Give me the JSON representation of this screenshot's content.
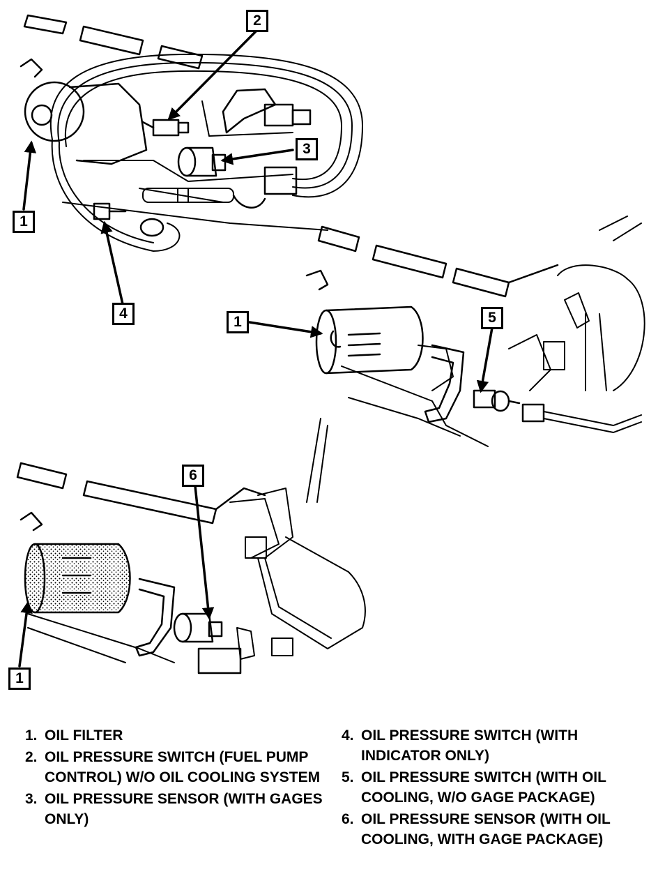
{
  "callouts": [
    {
      "id": "c2",
      "label": "2"
    },
    {
      "id": "c3",
      "label": "3"
    },
    {
      "id": "c1a",
      "label": "1"
    },
    {
      "id": "c4",
      "label": "4"
    },
    {
      "id": "c1b",
      "label": "1"
    },
    {
      "id": "c5",
      "label": "5"
    },
    {
      "id": "c6",
      "label": "6"
    },
    {
      "id": "c1c",
      "label": "1"
    }
  ],
  "legend_left": [
    {
      "num": "1.",
      "text": "OIL FILTER"
    },
    {
      "num": "2.",
      "text": "OIL PRESSURE SWITCH (FUEL PUMP CONTROL) W/O OIL COOLING SYSTEM"
    },
    {
      "num": "3.",
      "text": "OIL PRESSURE SENSOR (WITH GAGES ONLY)"
    }
  ],
  "legend_right": [
    {
      "num": "4.",
      "text": "OIL PRESSURE SWITCH (WITH INDICATOR ONLY)"
    },
    {
      "num": "5.",
      "text": "OIL PRESSURE SWITCH (WITH OIL COOLING, W/O GAGE PACKAGE)"
    },
    {
      "num": "6.",
      "text": "OIL PRESSURE SENSOR (WITH OIL COOLING, WITH GAGE PACKAGE)"
    }
  ]
}
